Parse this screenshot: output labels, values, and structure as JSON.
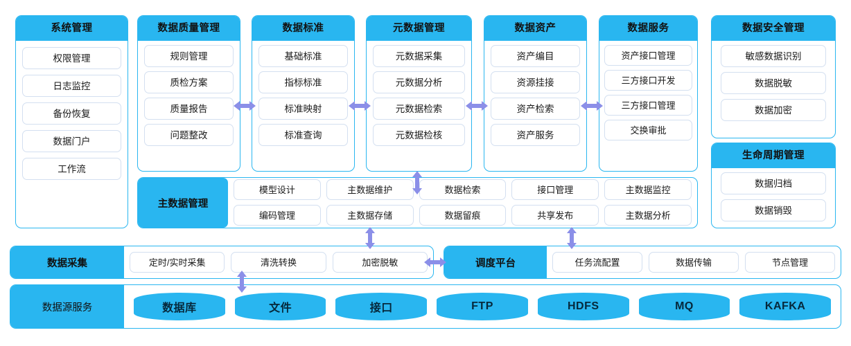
{
  "theme": {
    "accent": "#29b6f0",
    "chip_border": "#d3dff0",
    "arrow": "#8b8fe8",
    "text": "#111111"
  },
  "columns": [
    {
      "id": "system-management",
      "title": "系统管理",
      "items": [
        "权限管理",
        "日志监控",
        "备份恢复",
        "数据门户",
        "工作流"
      ]
    },
    {
      "id": "data-quality-management",
      "title": "数据质量管理",
      "items": [
        "规则管理",
        "质检方案",
        "质量报告",
        "问题整改"
      ]
    },
    {
      "id": "data-standard",
      "title": "数据标准",
      "items": [
        "基础标准",
        "指标标准",
        "标准映射",
        "标准查询"
      ]
    },
    {
      "id": "metadata-management",
      "title": "元数据管理",
      "items": [
        "元数据采集",
        "元数据分析",
        "元数据检索",
        "元数据检核"
      ]
    },
    {
      "id": "data-asset",
      "title": "数据资产",
      "items": [
        "资产编目",
        "资源挂接",
        "资产检索",
        "资产服务"
      ]
    },
    {
      "id": "data-service",
      "title": "数据服务",
      "items": [
        "资产接口管理",
        "三方接口开发",
        "三方接口管理",
        "交换审批"
      ]
    },
    {
      "id": "data-security-management",
      "title": "数据安全管理",
      "items": [
        "敏感数据识别",
        "数据脱敏",
        "数据加密"
      ]
    },
    {
      "id": "lifecycle-management",
      "title": "生命周期管理",
      "items": [
        "数据归档",
        "数据销毁"
      ]
    }
  ],
  "master_data": {
    "id": "master-data-management",
    "title": "主数据管理",
    "items": [
      "模型设计",
      "主数据维护",
      "数据检索",
      "接口管理",
      "主数据监控",
      "编码管理",
      "主数据存储",
      "数据留痕",
      "共享发布",
      "主数据分析"
    ]
  },
  "collection": {
    "id": "data-collection",
    "title": "数据采集",
    "items": [
      "定时/实时采集",
      "清洗转换",
      "加密脱敏"
    ]
  },
  "scheduling": {
    "id": "scheduling-platform",
    "title": "调度平台",
    "items": [
      "任务流配置",
      "数据传输",
      "节点管理"
    ]
  },
  "datasource": {
    "id": "data-source-service",
    "title": "数据源服务",
    "items": [
      "数据库",
      "文件",
      "接口",
      "FTP",
      "HDFS",
      "MQ",
      "KAFKA"
    ]
  },
  "connectors": [
    {
      "name": "arrow-quality-to-standard",
      "direction": "horizontal-both"
    },
    {
      "name": "arrow-standard-to-metadata",
      "direction": "horizontal-both"
    },
    {
      "name": "arrow-metadata-to-asset",
      "direction": "horizontal-both"
    },
    {
      "name": "arrow-asset-to-service",
      "direction": "horizontal-both"
    },
    {
      "name": "arrow-metadata-to-masterdata",
      "direction": "vertical-both"
    },
    {
      "name": "arrow-masterdata-to-collection",
      "direction": "vertical-both"
    },
    {
      "name": "arrow-masterdata-to-scheduling",
      "direction": "vertical-both"
    },
    {
      "name": "arrow-collection-to-scheduling",
      "direction": "horizontal-both"
    },
    {
      "name": "arrow-collection-to-datasource",
      "direction": "vertical-both"
    }
  ]
}
